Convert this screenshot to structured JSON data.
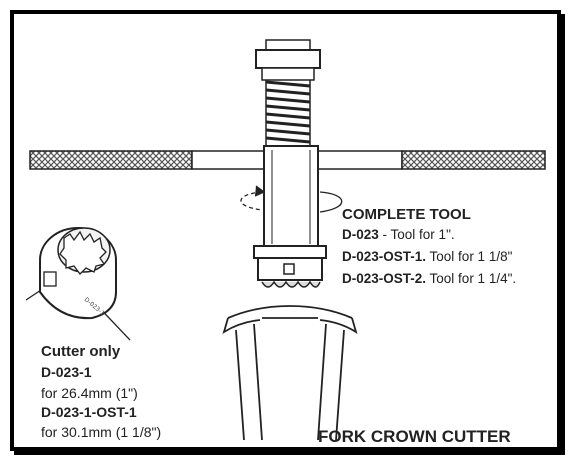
{
  "complete_tool": {
    "heading": "COMPLETE TOOL",
    "items": [
      {
        "code": "D-023",
        "desc": " - Tool for 1\"."
      },
      {
        "code": "D-023-OST-1.",
        "desc": " Tool for 1 1/8\""
      },
      {
        "code": "D-023-OST-2.",
        "desc": " Tool for 1 1/4\"."
      }
    ]
  },
  "cutter_only": {
    "heading": "Cutter only",
    "items": [
      {
        "code": "D-023-1",
        "desc": "for 26.4mm (1\")"
      },
      {
        "code": "D-023-1-OST-1",
        "desc": "for 30.1mm (1 1/8\")"
      }
    ]
  },
  "footer_title": "FORK CROWN CUTTER",
  "colors": {
    "frame": "#000000",
    "line": "#222222",
    "hatch": "#555555"
  }
}
